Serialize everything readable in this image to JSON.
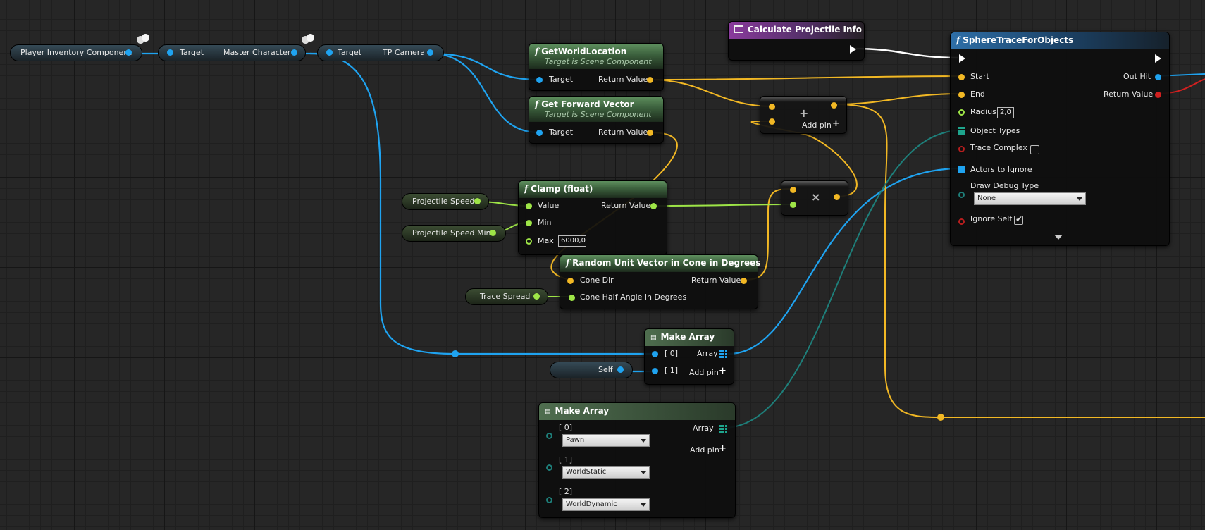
{
  "vars": {
    "player_inventory": "Player Inventory Component",
    "projectile_speed": "Projectile Speed",
    "projectile_speed_min": "Projectile Speed Min",
    "trace_spread": "Trace Spread",
    "self": "Self"
  },
  "get_master": {
    "target": "Target",
    "output": "Master Character"
  },
  "get_camera": {
    "target": "Target",
    "output": "TP Camera"
  },
  "get_world_location": {
    "title": "GetWorldLocation",
    "subtitle": "Target is Scene Component",
    "target": "Target",
    "return": "Return Value"
  },
  "get_forward_vector": {
    "title": "Get Forward Vector",
    "subtitle": "Target is Scene Component",
    "target": "Target",
    "return": "Return Value"
  },
  "calc_projectile": {
    "title": "Calculate Projectile Info"
  },
  "add_node": {
    "symbol": "+",
    "add_pin": "Add pin"
  },
  "multiply_node": {
    "symbol": "×"
  },
  "clamp": {
    "title": "Clamp (float)",
    "value": "Value",
    "min": "Min",
    "max": "Max",
    "max_value": "6000,0",
    "return": "Return Value"
  },
  "random_cone": {
    "title": "Random Unit Vector in Cone in Degrees",
    "cone_dir": "Cone Dir",
    "half_angle": "Cone Half Angle in Degrees",
    "return": "Return Value"
  },
  "make_array_actors": {
    "title": "Make Array",
    "pin0": "[ 0]",
    "pin1": "[ 1]",
    "array": "Array",
    "add_pin": "Add pin"
  },
  "make_array_types": {
    "title": "Make Array",
    "array": "Array",
    "add_pin": "Add pin",
    "items": [
      {
        "label": "[ 0]",
        "value": "Pawn"
      },
      {
        "label": "[ 1]",
        "value": "WorldStatic"
      },
      {
        "label": "[ 2]",
        "value": "WorldDynamic"
      }
    ]
  },
  "sphere_trace": {
    "title": "SphereTraceForObjects",
    "start": "Start",
    "end": "End",
    "radius": "Radius",
    "radius_value": "2,0",
    "object_types": "Object Types",
    "trace_complex": "Trace Complex",
    "actors_to_ignore": "Actors to Ignore",
    "draw_debug_type": "Draw Debug Type",
    "draw_debug_value": "None",
    "ignore_self": "Ignore Self",
    "out_hit": "Out Hit",
    "return": "Return Value",
    "trace_complex_checked": false,
    "ignore_self_checked": true
  },
  "colors": {
    "object": "#1fa3f0",
    "vector": "#f2b824",
    "float": "#9ee547",
    "bool": "#d12020",
    "enum": "#1ea58d",
    "exec": "#ffffff",
    "function": "#3b5f3c",
    "macro_purple": "#8a3b9c"
  }
}
